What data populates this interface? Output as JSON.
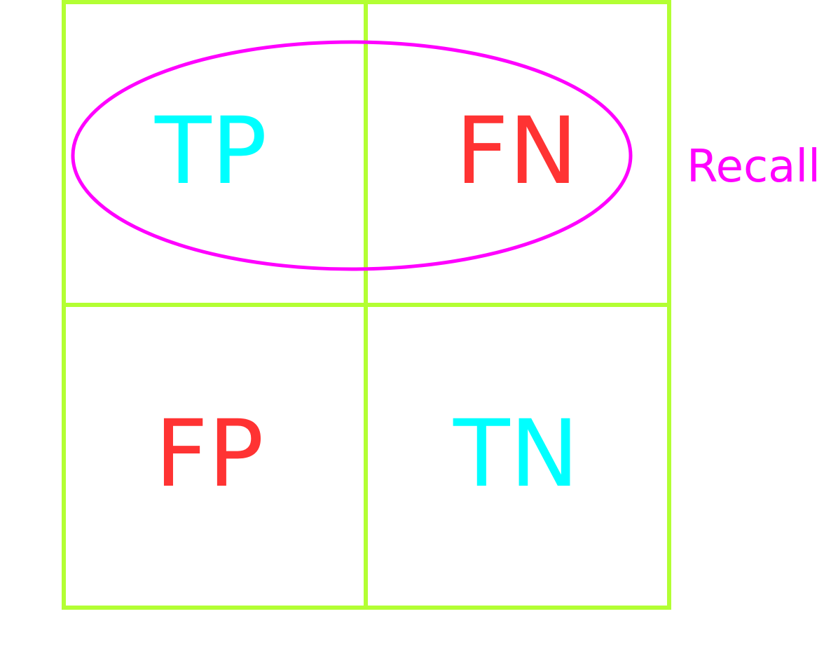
{
  "colors": {
    "grid": "#b3ff33",
    "true_label": "#00ffff",
    "false_label": "#ff3333",
    "highlight": "#ff00ff"
  },
  "matrix": {
    "top_left": "TP",
    "top_right": "FN",
    "bottom_left": "FP",
    "bottom_right": "TN"
  },
  "annotation": {
    "label": "Recall"
  }
}
